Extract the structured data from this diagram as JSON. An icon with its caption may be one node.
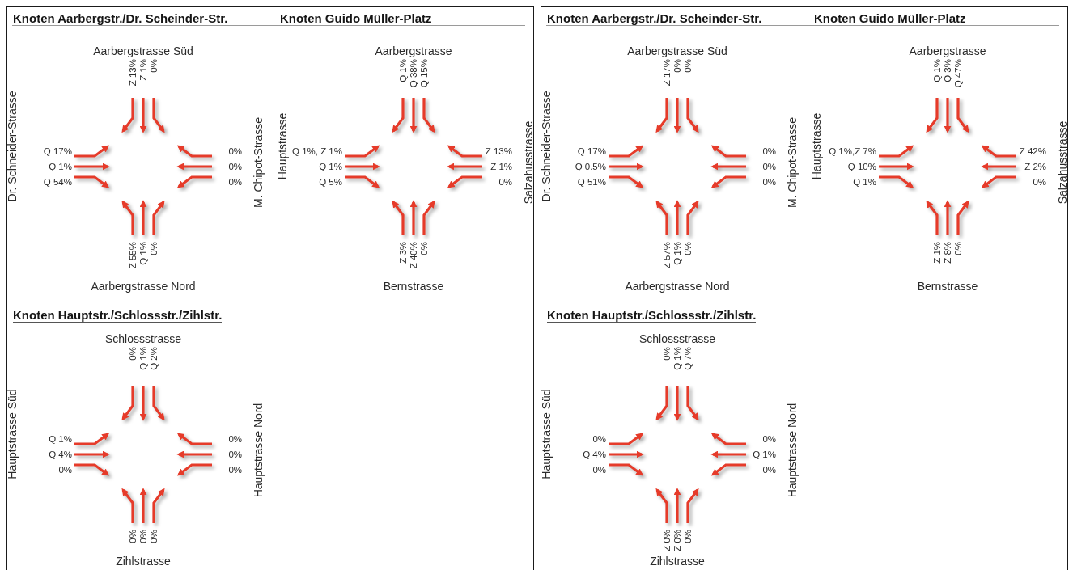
{
  "diagram": {
    "labels": [
      "Knoten Aarbergstr./Dr. Scheinder-Str.",
      "Aarbergstrasse Süd",
      "Z 13%",
      "Z 1%",
      "0%",
      "Dr. Schneider-Strasse",
      "Q 17%",
      "Q 1%",
      "Q 54%",
      "0%",
      "0%",
      "0%",
      "M. Chipot-Strasse",
      "Z 55%",
      "Q 1%",
      "0%",
      "Aarbergstrasse Nord",
      "Knoten Guido Müller-Platz",
      "Aarbergstrasse",
      "Q 1%",
      "Q 38%",
      "Q 15%",
      "Hauptstrasse",
      "Q 1%, Z 1%",
      "Q 1%",
      "Q 5%",
      "Z 13%",
      "Z 1%",
      "0%",
      "Salzahusstrasse",
      "Z 3%",
      "Z 40%",
      "0%",
      "Bernstrasse",
      "Knoten Hauptstr./Schlossstr./Zihlstr.",
      "Schlossstrasse",
      "0%",
      "Q 1%",
      "Q 2%",
      "Hauptstrasse Süd",
      "Q 1%",
      "Q 4%",
      "0%",
      "0%",
      "0%",
      "0%",
      "Hauptstrasse Nord",
      "0%",
      "0%",
      "0%",
      "Zihlstrasse",
      "Knoten Aarbergstr./Dr. Scheinder-Str.",
      "Aarbergstrasse Süd",
      "Z 17%",
      "0%",
      "0%",
      "Dr. Schneider-Strasse",
      "Q 17%",
      "Q 0.5%",
      "Q 51%",
      "0%",
      "0%",
      "0%",
      "M. Chipot-Strasse",
      "Z 57%",
      "Q 1%",
      "0%",
      "Aarbergstrasse Nord",
      "Knoten Guido Müller-Platz",
      "Aarbergstrasse",
      "Q 1%",
      "Q 3%",
      "Q 47%",
      "Hauptstrasse",
      "Q 1%,Z 7%",
      "Q 10%",
      "Q 1%",
      "Z 42%",
      "Z 2%",
      "0%",
      "Salzahusstrasse",
      "Z 1%",
      "Z 8%",
      "0%",
      "Bernstrasse",
      "Knoten Hauptstr./Schlossstr./Zihlstr.",
      "Schlossstrasse",
      "0%",
      "Q 1%",
      "Q 7%",
      "Hauptstrasse Süd",
      "0%",
      "Q 4%",
      "0%",
      "0%",
      "Q 1%",
      "0%",
      "Hauptstrasse Nord",
      "Z 0%",
      "Z 0%",
      "0%",
      "Zihlstrasse"
    ]
  }
}
